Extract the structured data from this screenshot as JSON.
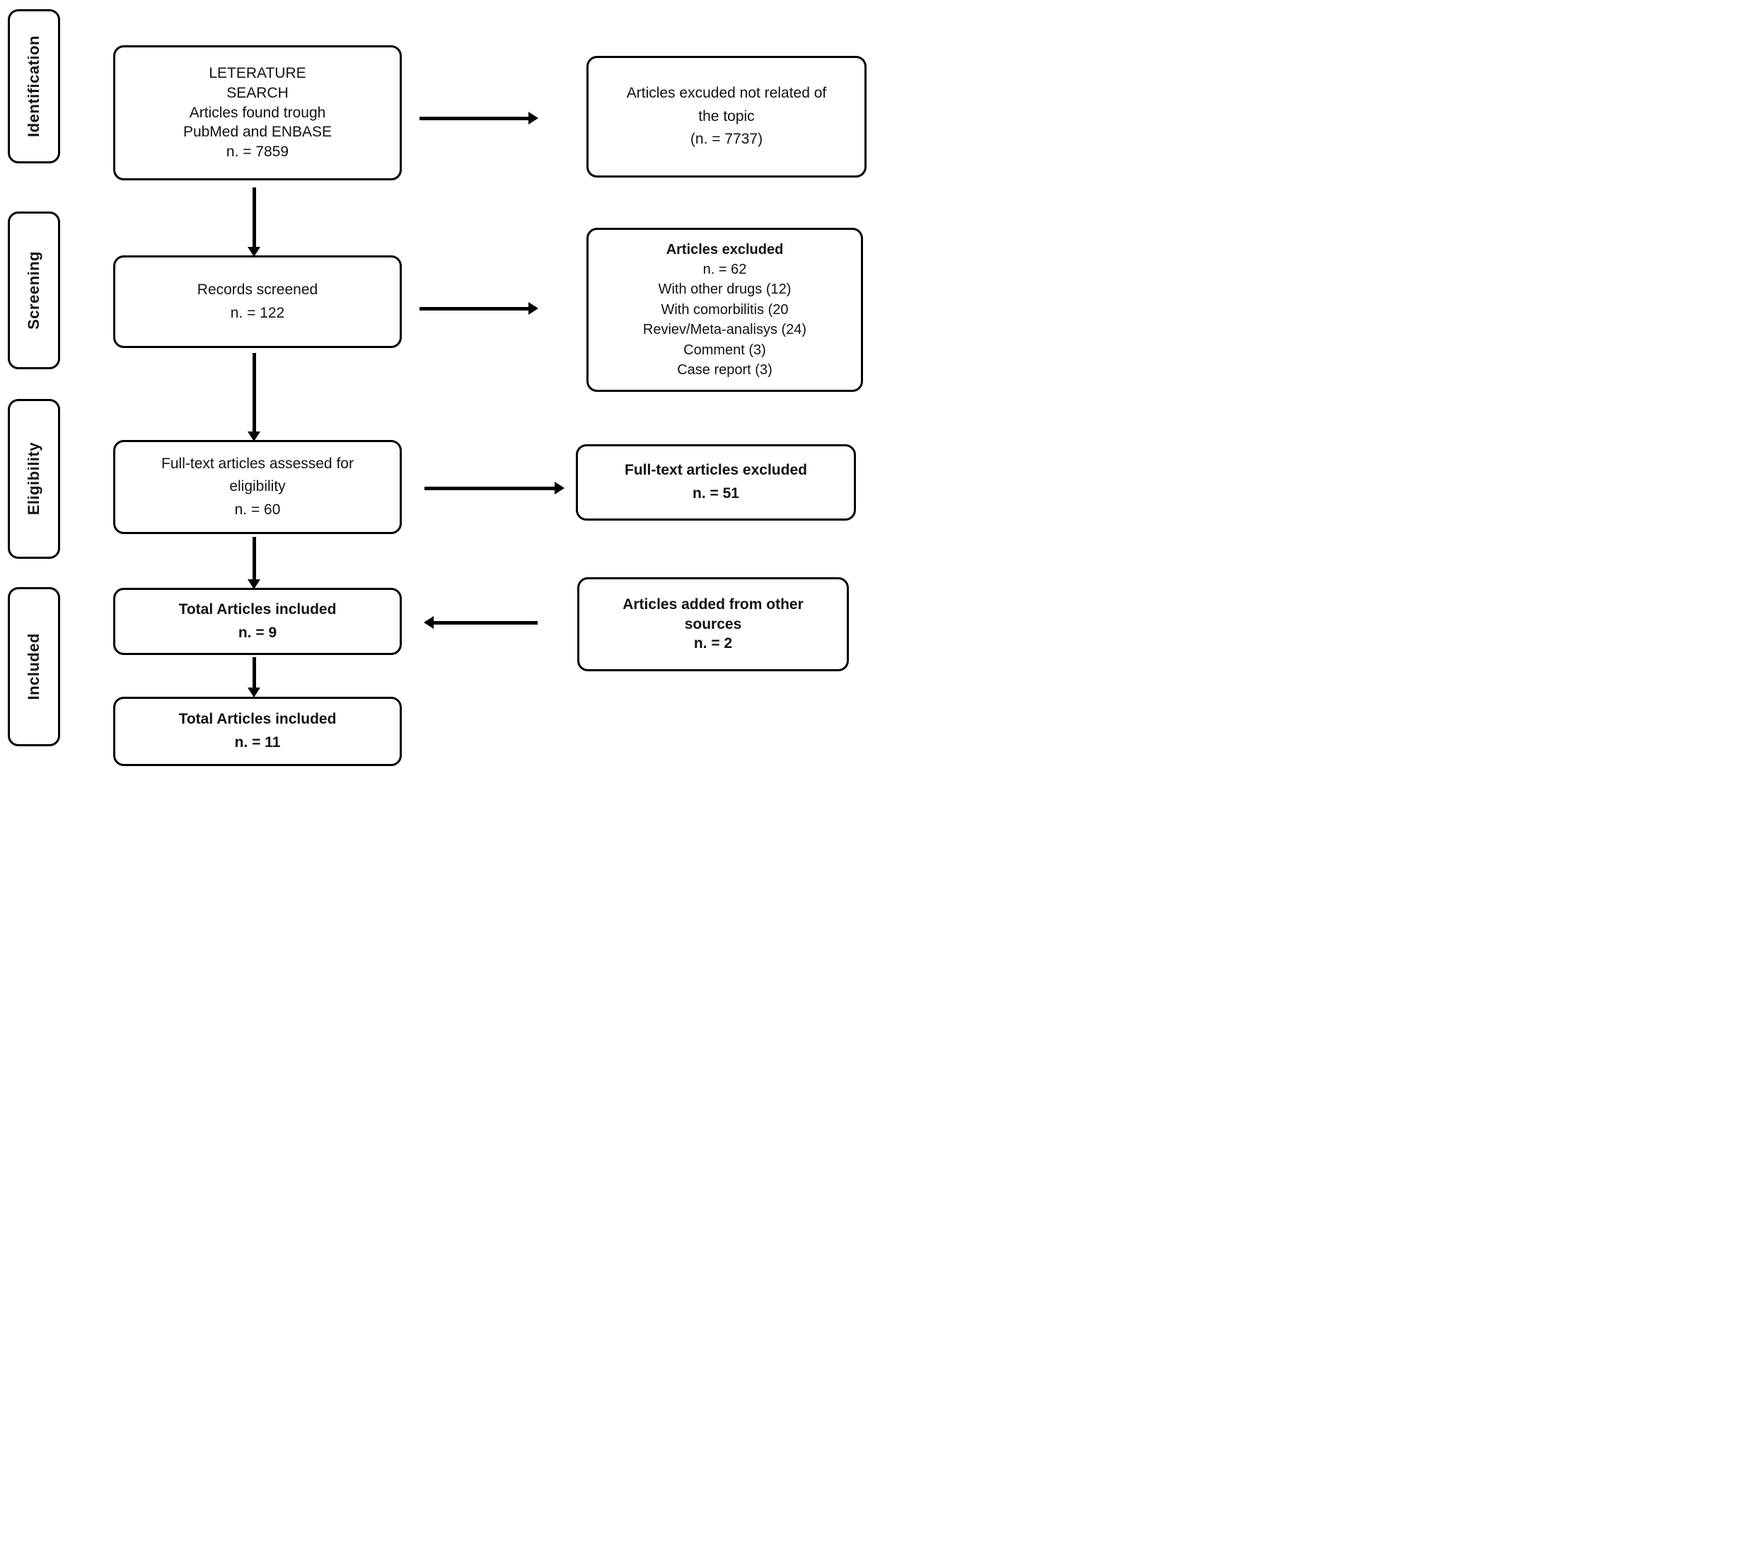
{
  "diagram": {
    "title": "PRISMA literature selection flow diagram",
    "colors": {
      "stroke": "#000000",
      "background": "#ffffff",
      "text": "#111111"
    },
    "stages": [
      {
        "label": "Identification"
      },
      {
        "label": "Screening"
      },
      {
        "label": "Eligibility"
      },
      {
        "label": "Included"
      }
    ],
    "boxes": {
      "literature_search": {
        "lines": [
          "LETERATURE",
          "SEARCH",
          "Articles found trough",
          "PubMed and ENBASE",
          "n. = 7859"
        ]
      },
      "records_screened": {
        "lines": [
          "Records screened",
          "n. = 122"
        ]
      },
      "fulltext_assessed": {
        "lines": [
          "Full-text articles assessed for",
          "eligibility",
          "n. = 60"
        ]
      },
      "total_included_first": {
        "lines": [
          "Total Articles included",
          "n. = 9"
        ]
      },
      "total_included_final": {
        "lines": [
          "Total Articles included",
          "n. = 11"
        ]
      },
      "excluded_not_related": {
        "lines": [
          "Articles excuded not related of",
          "the topic",
          "(n. = 7737)"
        ]
      },
      "articles_excluded": {
        "title": "Articles excluded",
        "lines": [
          "n. = 62",
          "With other drugs (12)",
          "With comorbilitis (20",
          "Reviev/Meta-analisys  (24)",
          "Comment (3)",
          "Case report (3)"
        ]
      },
      "fulltext_excluded": {
        "lines": [
          "Full-text articles excluded",
          "n. = 51"
        ]
      },
      "added_other_sources": {
        "lines": [
          "Articles added from other",
          "sources",
          "n. = 2"
        ]
      }
    }
  }
}
